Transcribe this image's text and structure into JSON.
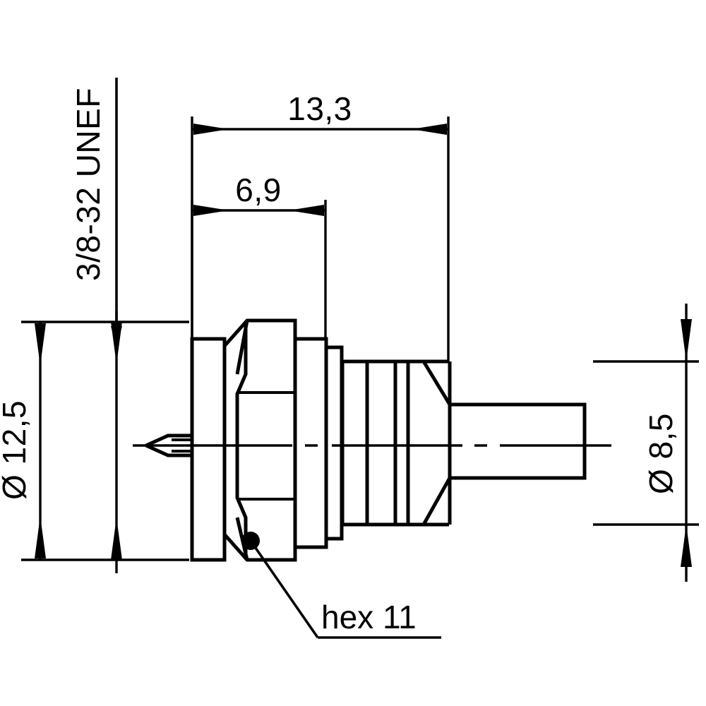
{
  "drawing": {
    "title": "Coaxial connector technical dimension drawing",
    "background_color": "#ffffff",
    "line_color": "#000000",
    "units": "mm",
    "dimensions": {
      "thread_spec": "3/8-32 UNEF",
      "overall_length": "13,3",
      "front_length": "6,9",
      "flange_diameter": "Ø 12,5",
      "cable_diameter": "Ø 8,5",
      "hex_size": "hex 11"
    },
    "labels": {
      "thread": "3/8-32 UNEF",
      "length_total": "13,3",
      "length_front": "6,9",
      "diameter_large": "Ø 12,5",
      "diameter_small": "Ø 8,5",
      "hex": "hex 11"
    },
    "icons": {
      "arrow": "dimension-arrow",
      "dot": "leader-dot",
      "centerline": "axis-centerline"
    }
  }
}
